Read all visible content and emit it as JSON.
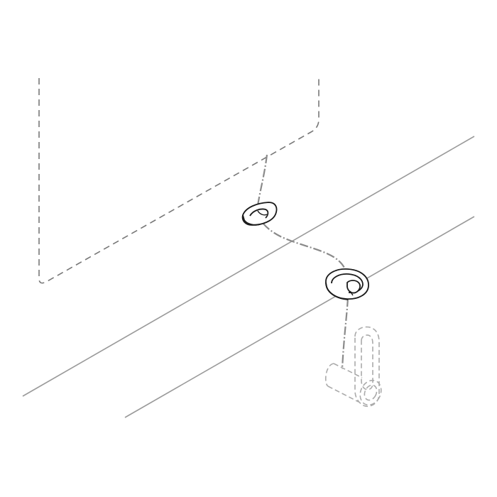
{
  "diagram": {
    "background_color": "#ffffff",
    "edge_color": "#9a9a9a",
    "hidden_line_color": "#777777",
    "part_outline_color": "#1a1a1a",
    "cable_color": "#8a8a8a",
    "ghost_color": "#aaaaaa",
    "components": [
      "appliance-outline-hidden",
      "countertop-front-edge",
      "countertop-lower-edge",
      "upper-cable-grommet",
      "lower-cable-grommet",
      "routing-cable",
      "outlet-plug-hidden"
    ]
  }
}
